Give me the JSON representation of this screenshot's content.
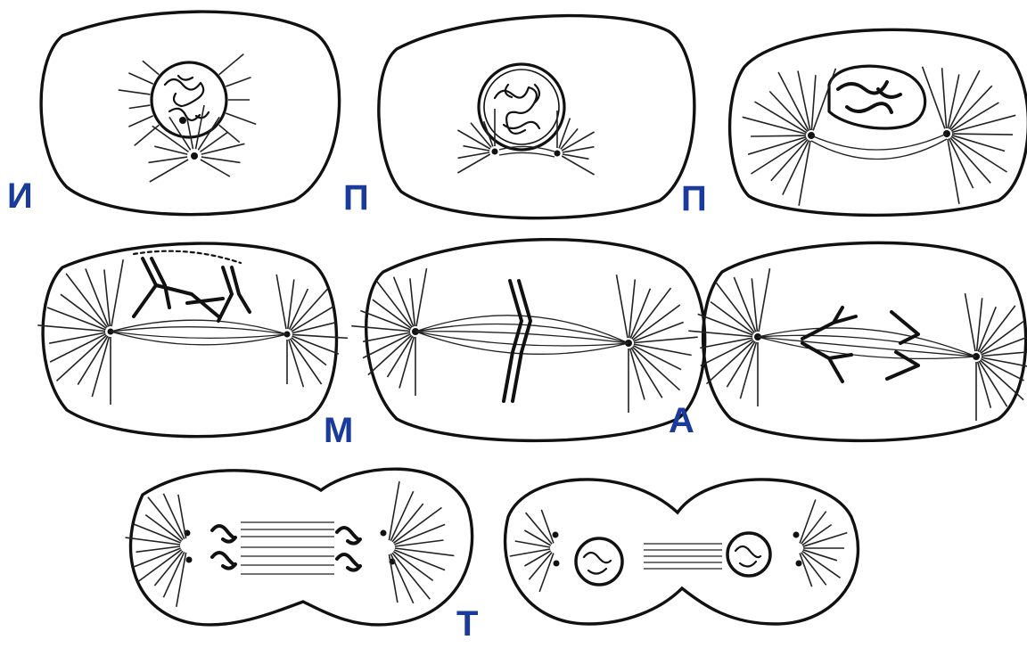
{
  "labels": {
    "interphase": "И",
    "prophase_early": "П",
    "prophase_late": "П",
    "metaphase": "М",
    "anaphase": "А",
    "telophase": "Т"
  },
  "colors": {
    "label": "#1a3a9c",
    "ink": "#111111",
    "background": "#ffffff"
  }
}
